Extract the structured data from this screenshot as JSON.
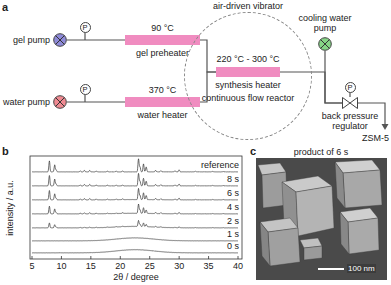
{
  "diagram": {
    "nodes": [
      {
        "text": [
          "gel pump"
        ]
      },
      {
        "text": [
          "P"
        ]
      },
      {
        "text": [
          "90 °C",
          "gel preheater"
        ]
      },
      {
        "text": [
          "water pump"
        ]
      },
      {
        "text": [
          "P"
        ]
      },
      {
        "text": [
          "370 °C",
          "water heater"
        ]
      },
      {
        "text": [
          "air-driven vibrator",
          "continuous flow reactor"
        ]
      },
      {
        "text": [
          "220 °C - 300 °C",
          "synthesis heater"
        ],
        "in": 6
      },
      {
        "text": [
          "cooling water pump"
        ]
      },
      {
        "text": [
          "P"
        ]
      },
      {
        "text": [
          "back pressure regulator"
        ]
      }
    ],
    "edges": [
      {
        "from": 0,
        "to": 2,
        "arrow": "none"
      },
      {
        "from": 3,
        "to": 5,
        "arrow": "none"
      },
      {
        "from": 2,
        "to": 7,
        "arrow": "none"
      },
      {
        "from": 5,
        "to": 7,
        "arrow": "none"
      },
      {
        "from": 7,
        "to": 10,
        "arrow": "none"
      },
      {
        "from": 8,
        "to": 10,
        "arrow": "none"
      }
    ],
    "labels": [
      "a",
      "ZSM-5",
      "b",
      "5",
      "10",
      "15",
      "20",
      "25",
      "30",
      "35",
      "40",
      "intensity / a.u.",
      "2θ / degree",
      "reference",
      "8 s",
      "6 s",
      "4 s",
      "2 s",
      "1 s",
      "0 s",
      "c",
      "product of 6 s",
      "100 nm"
    ]
  }
}
